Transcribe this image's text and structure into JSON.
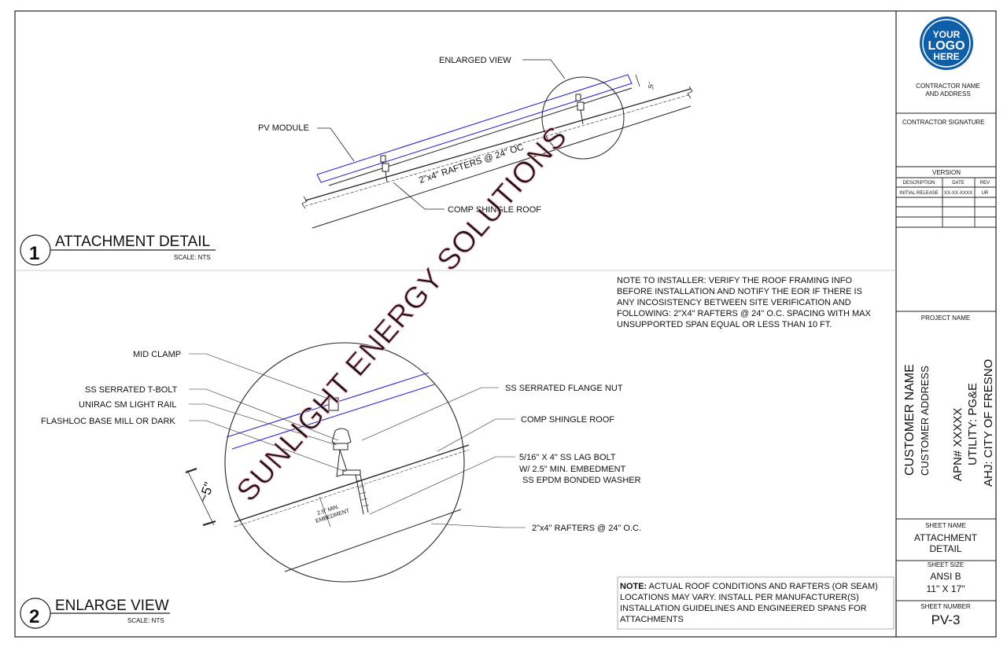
{
  "detail1": {
    "number": "1",
    "title": "ATTACHMENT DETAIL",
    "scale": "SCALE: NTS",
    "labels": {
      "enlarged_view": "ENLARGED VIEW",
      "pv_module": "PV MODULE",
      "rafters": "2\"x4\" RAFTERS @ 24\" OC",
      "comp_shingle": "COMP SHINGLE ROOF",
      "dim": "~5\""
    }
  },
  "detail2": {
    "number": "2",
    "title": "ENLARGE VIEW",
    "scale": "SCALE: NTS",
    "dim": "~5\"",
    "embedment": [
      "2.5\" MIN.",
      "EMBEDMENT"
    ],
    "labels": {
      "mid_clamp": "MID CLAMP",
      "t_bolt": "SS SERRATED T-BOLT",
      "rail": "UNIRAC SM LIGHT RAIL",
      "flashloc": "FLASHLOC BASE MILL OR DARK",
      "flange_nut": "SS SERRATED FLANGE NUT",
      "comp_shingle": "COMP SHINGLE ROOF",
      "lag_bolt": [
        "5/16\" X 4\" SS LAG BOLT",
        "W/ 2.5\" MIN. EMBEDMENT",
        "SS EPDM BONDED WASHER"
      ],
      "rafters": "2\"x4\" RAFTERS @ 24\" O.C."
    }
  },
  "note_installer": [
    "NOTE TO INSTALLER: VERIFY THE ROOF FRAMING INFO",
    "BEFORE INSTALLATION AND NOTIFY THE EOR IF THERE IS",
    "ANY INCOSISTENCY BETWEEN SITE VERIFICATION AND",
    "FOLLOWING:  2\"X4\" RAFTERS @ 24\" O.C. SPACING WITH MAX",
    "UNSUPPORTED SPAN EQUAL OR LESS THAN 10 FT."
  ],
  "note_bottom": {
    "label": "NOTE:",
    "lines": [
      " ACTUAL ROOF CONDITIONS AND RAFTERS (OR SEAM)",
      "LOCATIONS MAY VARY. INSTALL PER MANUFACTURER(S)",
      "INSTALLATION GUIDELINES AND ENGINEERED SPANS FOR",
      "ATTACHMENTS"
    ]
  },
  "watermark": "SUNLIGHT ENERGY SOLUTIONS",
  "title_block": {
    "logo": [
      "YOUR",
      "LOGO",
      "HERE"
    ],
    "contractor_name": [
      "CONTRACTOR NAME",
      "AND ADDRESS"
    ],
    "contractor_signature": "CONTRACTOR SIGNATURE",
    "version_title": "VERSION",
    "version_headers": [
      "DESCRIPTION",
      "DATE",
      "REV"
    ],
    "version_rows": [
      [
        "INITIAL RELEASE",
        "XX-XX-XXXX",
        "UR"
      ]
    ],
    "project_name_label": "PROJECT NAME",
    "project_lines": [
      "CUSTOMER NAME",
      "CUSTOMER ADDRESS",
      "APN#  XXXXX",
      "UTILITY: PG&E",
      "AHJ: CITY OF FRESNO"
    ],
    "sheet_name_label": "SHEET NAME",
    "sheet_name": [
      "ATTACHMENT",
      "DETAIL"
    ],
    "sheet_size_label": "SHEET SIZE",
    "sheet_size": [
      "ANSI B",
      "11\" X 17\""
    ],
    "sheet_number_label": "SHEET NUMBER",
    "sheet_number": "PV-3"
  },
  "colors": {
    "module": "#2a2ad6",
    "watermark": "#f2b6c4"
  }
}
